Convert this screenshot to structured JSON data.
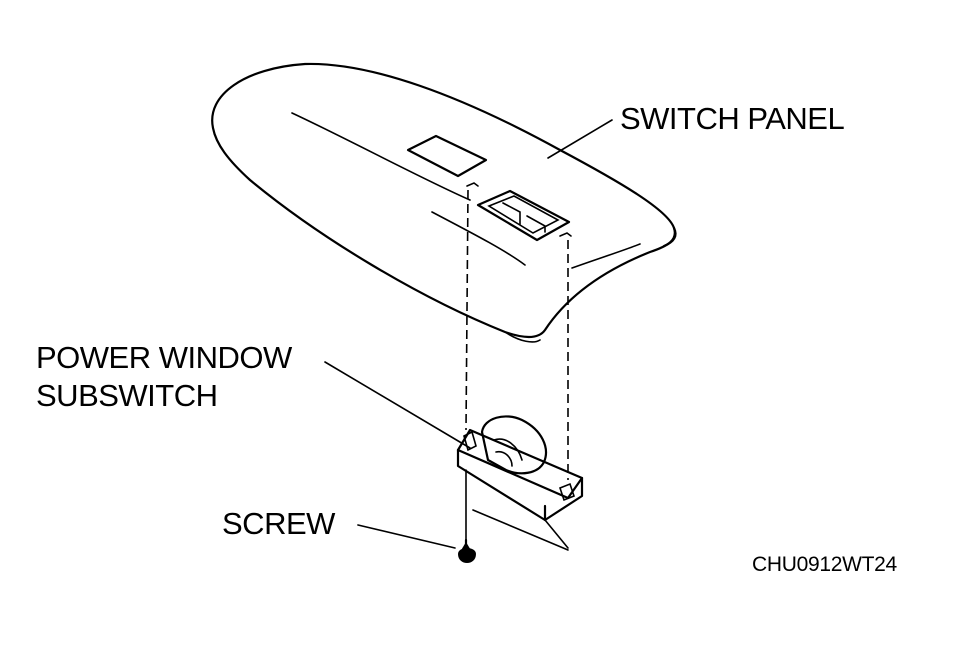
{
  "labels": {
    "switch_panel": "SWITCH PANEL",
    "power_window_line1": "POWER WINDOW",
    "power_window_line2": "SUBSWITCH",
    "screw": "SCREW"
  },
  "figure_code": "CHU0912WT24",
  "colors": {
    "line": "#000000",
    "background": "#ffffff"
  }
}
